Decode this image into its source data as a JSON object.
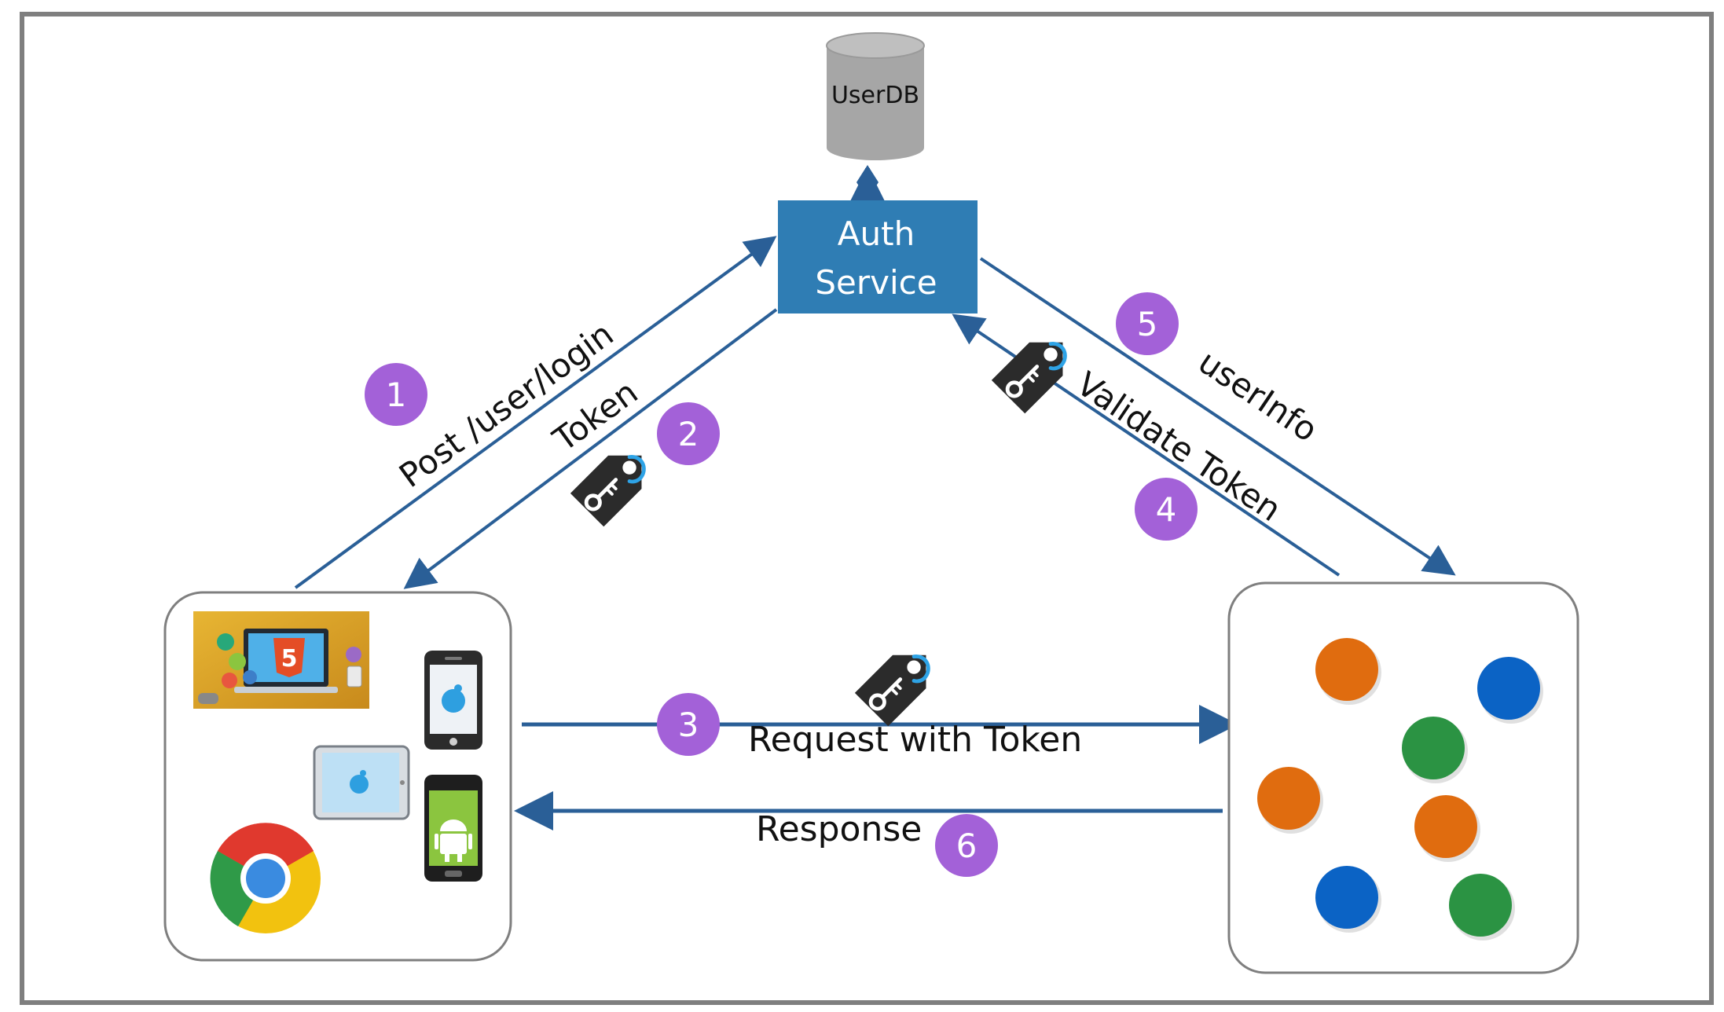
{
  "colors": {
    "frame": "#7f7f7f",
    "arrow": "#2a5f97",
    "auth_box": "#2f7db4",
    "database": "#a6a6a6",
    "step_badge": "#a361d8",
    "key_tag": "#2b2b2b",
    "key_ring": "#2ea3e6",
    "service_orange": "#e06c0f",
    "service_blue": "#0b63c5",
    "service_green": "#2b9343"
  },
  "database": {
    "label": "UserDB"
  },
  "auth_service": {
    "line1": "Auth",
    "line2": "Service"
  },
  "steps": {
    "s1": {
      "number": "1",
      "label": "Post /user/login"
    },
    "s2": {
      "number": "2",
      "label": "Token"
    },
    "s3": {
      "number": "3",
      "label": "Request with Token"
    },
    "s4": {
      "number": "4",
      "label": "Validate Token"
    },
    "s5": {
      "number": "5",
      "label": "userInfo"
    },
    "s6": {
      "number": "6",
      "label": "Response"
    }
  },
  "client_panel": {
    "html5_badge": "5",
    "icons": [
      "html5-devices-icon",
      "iphone-apple-icon",
      "ipad-apple-icon",
      "chrome-icon",
      "android-phone-icon"
    ]
  },
  "services_panel": {
    "nodes": [
      "orange",
      "blue",
      "green",
      "orange",
      "orange",
      "blue",
      "green"
    ]
  }
}
